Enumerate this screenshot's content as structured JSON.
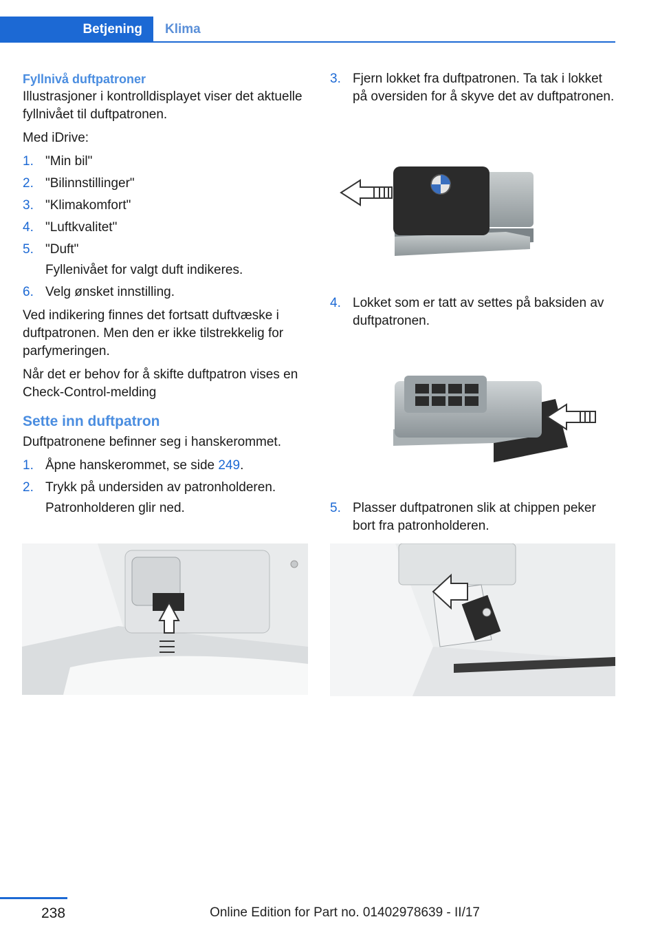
{
  "header": {
    "tab_active": "Betjening",
    "tab_next": "Klima"
  },
  "left": {
    "subhead": "Fyllnivå duftpatroner",
    "intro": "Illustrasjoner i kontrolldisplayet viser det aktu­elle fyllnivået til duftpatronen.",
    "idrive": "Med iDrive:",
    "steps": [
      {
        "num": "1.",
        "text": "\"Min bil\""
      },
      {
        "num": "2.",
        "text": "\"Bilinnstillinger\""
      },
      {
        "num": "3.",
        "text": "\"Klimakomfort\""
      },
      {
        "num": "4.",
        "text": "\"Luftkvalitet\""
      },
      {
        "num": "5.",
        "text": "\"Duft\"",
        "sub": "Fyllenivået for valgt duft indikeres."
      },
      {
        "num": "6.",
        "text": "Velg ønsket innstilling."
      }
    ],
    "para1": "Ved indikering finnes det fortsatt duftvæske i duftpatronen. Men den er ikke tilstrekkelig for parfymeringen.",
    "para2": "Når det er behov for å skifte duftpatron vises en Check-Control-melding",
    "heading": "Sette inn duftpatron",
    "heading_text": "Duftpatronene befinner seg i hanskerommet.",
    "insert_steps": [
      {
        "num": "1.",
        "text_before": "Åpne hanskerommet, se side ",
        "link": "249",
        "text_after": "."
      },
      {
        "num": "2.",
        "text": "Trykk på undersiden av patronholderen.",
        "sub": "Patronholderen glir ned."
      }
    ]
  },
  "right": {
    "steps": [
      {
        "num": "3.",
        "text": "Fjern lokket fra duftpatronen. Ta tak i lok­ket på oversiden for å skyve det av duftpa­tronen."
      },
      {
        "num": "4.",
        "text": "Lokket som er tatt av settes på baksiden av duftpatronen."
      },
      {
        "num": "5.",
        "text": "Plasser duftpatronen slik at chippen peker bort fra patronholderen."
      }
    ]
  },
  "footer": {
    "page_number": "238",
    "edition": "Online Edition for Part no. 01402978639 - II/17"
  },
  "colors": {
    "accent": "#1c69d4",
    "heading": "#4a8de0"
  }
}
